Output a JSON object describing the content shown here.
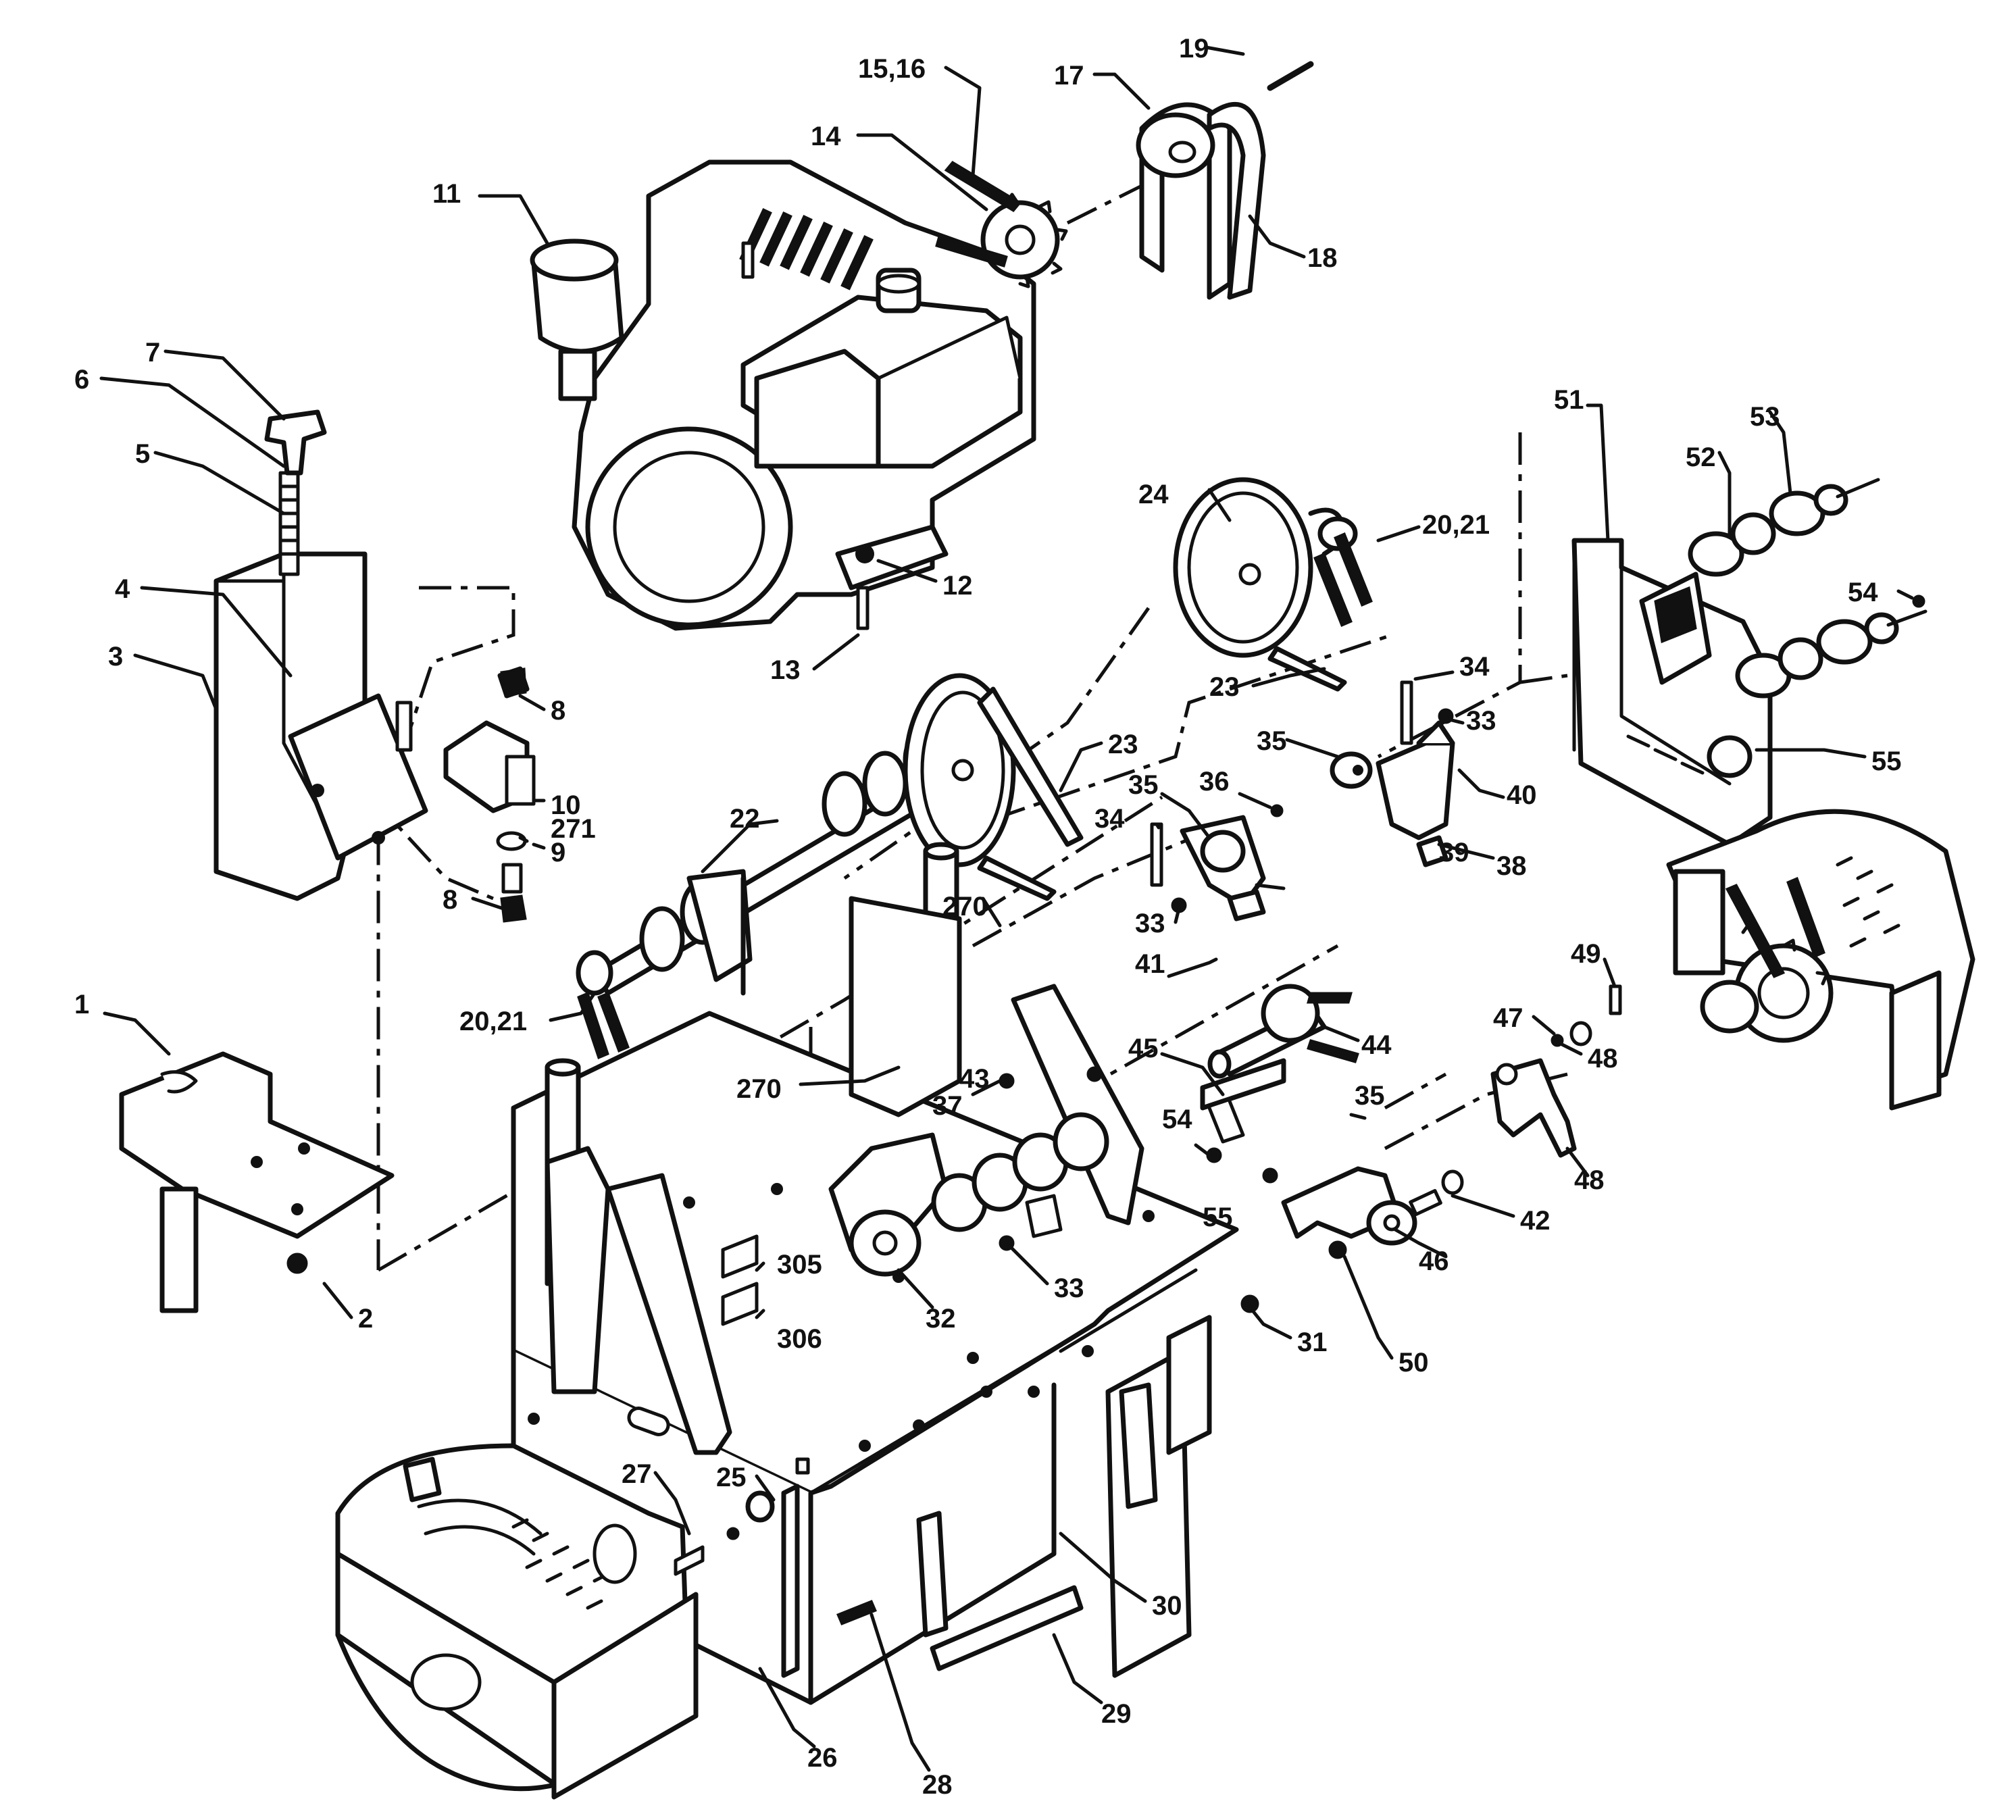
{
  "colors": {
    "ink": "#111111",
    "paper": "#ffffff"
  },
  "callouts": [
    {
      "id": "c1",
      "text": "1"
    },
    {
      "id": "c2",
      "text": "2"
    },
    {
      "id": "c3",
      "text": "3"
    },
    {
      "id": "c4",
      "text": "4"
    },
    {
      "id": "c5",
      "text": "5"
    },
    {
      "id": "c6",
      "text": "6"
    },
    {
      "id": "c7",
      "text": "7"
    },
    {
      "id": "c8a",
      "text": "8"
    },
    {
      "id": "c8b",
      "text": "8"
    },
    {
      "id": "c9",
      "text": "9"
    },
    {
      "id": "c10",
      "text": "10"
    },
    {
      "id": "c271",
      "text": "271"
    },
    {
      "id": "c11",
      "text": "11"
    },
    {
      "id": "c12",
      "text": "12"
    },
    {
      "id": "c13",
      "text": "13"
    },
    {
      "id": "c14",
      "text": "14"
    },
    {
      "id": "c1516",
      "text": "15,16"
    },
    {
      "id": "c17",
      "text": "17"
    },
    {
      "id": "c18",
      "text": "18"
    },
    {
      "id": "c19",
      "text": "19"
    },
    {
      "id": "c2021a",
      "text": "20,21"
    },
    {
      "id": "c2021b",
      "text": "20,21"
    },
    {
      "id": "c22",
      "text": "22"
    },
    {
      "id": "c23a",
      "text": "23"
    },
    {
      "id": "c23b",
      "text": "23"
    },
    {
      "id": "c24",
      "text": "24"
    },
    {
      "id": "c25",
      "text": "25"
    },
    {
      "id": "c26",
      "text": "26"
    },
    {
      "id": "c27",
      "text": "27"
    },
    {
      "id": "c28",
      "text": "28"
    },
    {
      "id": "c29",
      "text": "29"
    },
    {
      "id": "c30",
      "text": "30"
    },
    {
      "id": "c31",
      "text": "31"
    },
    {
      "id": "c32",
      "text": "32"
    },
    {
      "id": "c33a",
      "text": "33"
    },
    {
      "id": "c33b",
      "text": "33"
    },
    {
      "id": "c33c",
      "text": "33"
    },
    {
      "id": "c34a",
      "text": "34"
    },
    {
      "id": "c34b",
      "text": "34"
    },
    {
      "id": "c35a",
      "text": "35"
    },
    {
      "id": "c35b",
      "text": "35"
    },
    {
      "id": "c35c",
      "text": "35"
    },
    {
      "id": "c36",
      "text": "36"
    },
    {
      "id": "c37",
      "text": "37"
    },
    {
      "id": "c38",
      "text": "38"
    },
    {
      "id": "c39",
      "text": "39"
    },
    {
      "id": "c40",
      "text": "40"
    },
    {
      "id": "c41",
      "text": "41"
    },
    {
      "id": "c42",
      "text": "42"
    },
    {
      "id": "c43",
      "text": "43"
    },
    {
      "id": "c44",
      "text": "44"
    },
    {
      "id": "c45",
      "text": "45"
    },
    {
      "id": "c46",
      "text": "46"
    },
    {
      "id": "c47",
      "text": "47"
    },
    {
      "id": "c48a",
      "text": "48"
    },
    {
      "id": "c48b",
      "text": "48"
    },
    {
      "id": "c49",
      "text": "49"
    },
    {
      "id": "c50",
      "text": "50"
    },
    {
      "id": "c51",
      "text": "51"
    },
    {
      "id": "c52",
      "text": "52"
    },
    {
      "id": "c53",
      "text": "53"
    },
    {
      "id": "c54a",
      "text": "54"
    },
    {
      "id": "c54b",
      "text": "54"
    },
    {
      "id": "c55a",
      "text": "55"
    },
    {
      "id": "c55b",
      "text": "55"
    },
    {
      "id": "c270a",
      "text": "270"
    },
    {
      "id": "c270b",
      "text": "270"
    },
    {
      "id": "c305",
      "text": "305"
    },
    {
      "id": "c306",
      "text": "306"
    }
  ]
}
